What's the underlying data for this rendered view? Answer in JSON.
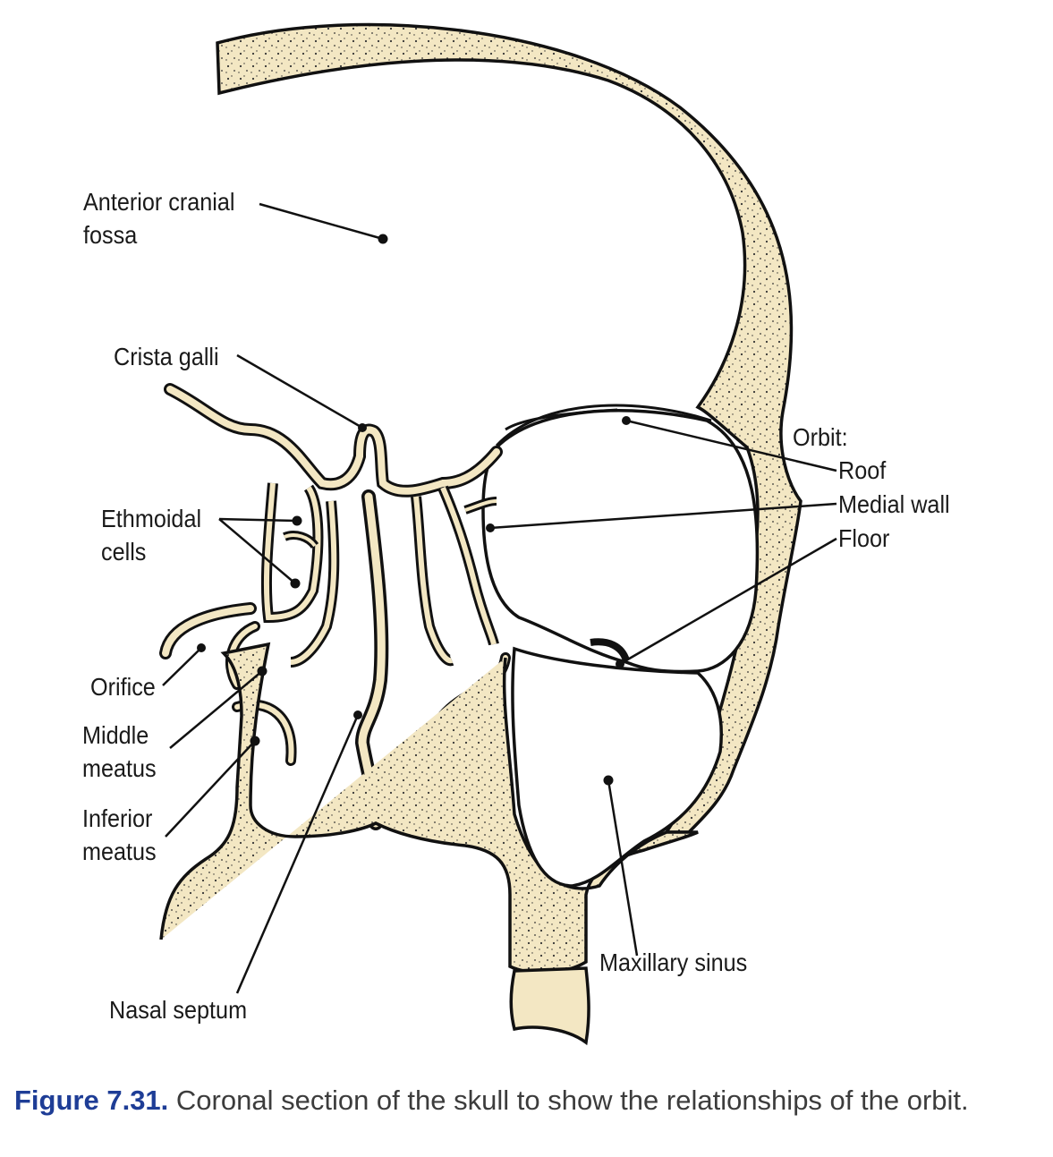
{
  "labels": {
    "anterior_cranial_fossa": [
      "Anterior cranial",
      "fossa"
    ],
    "crista_galli": "Crista galli",
    "ethmoidal_cells": [
      "Ethmoidal",
      "cells"
    ],
    "orifice": "Orifice",
    "middle_meatus": [
      "Middle",
      "meatus"
    ],
    "inferior_meatus": [
      "Inferior",
      "meatus"
    ],
    "nasal_septum": "Nasal septum",
    "orbit": "Orbit:",
    "roof": "Roof",
    "medial_wall": "Medial wall",
    "floor": "Floor",
    "maxillary_sinus": "Maxillary sinus"
  },
  "caption": {
    "figure_number": "Figure 7.31.",
    "text": "Coronal section of the skull to show the relationships of the orbit."
  },
  "colors": {
    "bone_fill": "#f3e7c3",
    "outline": "#111111",
    "caption_figure": "#1e3d96",
    "caption_text": "#3c3c3c"
  }
}
